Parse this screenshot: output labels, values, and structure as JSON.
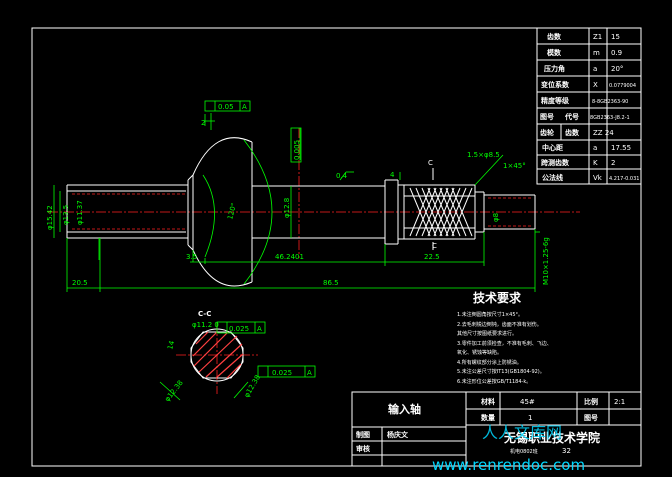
{
  "params_table": [
    {
      "label": "齿数",
      "sym": "Z1",
      "val": "15"
    },
    {
      "label": "模数",
      "sym": "m",
      "val": "0.9"
    },
    {
      "label": "压力角",
      "sym": "a",
      "val": "20°"
    },
    {
      "label": "变位系数",
      "sym": "X",
      "val": "0.0779004"
    },
    {
      "label": "精度等级",
      "sym": "",
      "val": "8-8GB2363-90"
    },
    {
      "label": "图号",
      "sym": "代号",
      "val": "8GB2363-J8.2-1"
    },
    {
      "label": "齿轮",
      "sym": "齿数",
      "val": "ZZ  24"
    },
    {
      "label": "中心距",
      "sym": "a",
      "val": "17.55"
    },
    {
      "label": "跨测齿数",
      "sym": "K",
      "val": "2"
    },
    {
      "label": "公法线",
      "sym": "Vk",
      "val": "4.217-0.031"
    }
  ],
  "dims": {
    "perp": "0.05",
    "perp_ref": "A",
    "d_left_outer": "φ15.42",
    "d_left_inner": "φ13.5",
    "d_left_h": "φ11.37",
    "d_center": "φ12.8",
    "d_tol": "0.005",
    "chamfer": "2",
    "angle": "120°",
    "surf": "0.4",
    "len_3": "3.5",
    "len_46": "46.2401",
    "len_22": "22.5",
    "len_20": "20.5",
    "len_86": "86.5",
    "len_4": "4",
    "sec_c": "C",
    "spline": "1.5×φ8.5",
    "spline_angle": "1×45°",
    "thread": "M10×1.25-6g",
    "dia_small": "φ8"
  },
  "section": {
    "label": "C-C",
    "d1": "φ11.2 0",
    "tol1": "0.025",
    "tol1_ref": "A",
    "tol2": "0.025",
    "tol2_ref": "A",
    "r_left": "φ12.38",
    "r_right": "φ12.38",
    "small": "14"
  },
  "tech": {
    "heading": "技术要求",
    "items": [
      "1.未注倒圆角按尺寸1×45°。",
      "2.去毛刺锐边倒钝，齿面不准有划伤。",
      "  其他尺寸按图纸要求进行。",
      "3.零件加工前须检查，不准有毛刺、飞边、",
      "  氧化、锈蚀等缺陷。",
      "4.所有螺纹部分涂上防锈油。",
      "5.未注公差尺寸按IT13(GB1804-92)。",
      "6.未注形位公差按GB/T1184-k。"
    ]
  },
  "title_block": {
    "part_name": "输入轴",
    "material_label": "材料",
    "material": "45#",
    "qty_label": "数量",
    "qty": "1",
    "scale_label": "比例",
    "scale": "2:1",
    "drawing_no_label": "图号",
    "drawn_label": "制图",
    "drawn_by": "杨庆文",
    "check_label": "审核",
    "school": "无锡职业技术学院",
    "class_label": "机电0802班",
    "class_no": "32"
  },
  "watermark": {
    "cn": "人人文库网",
    "url": "www.renrendoc.com"
  }
}
